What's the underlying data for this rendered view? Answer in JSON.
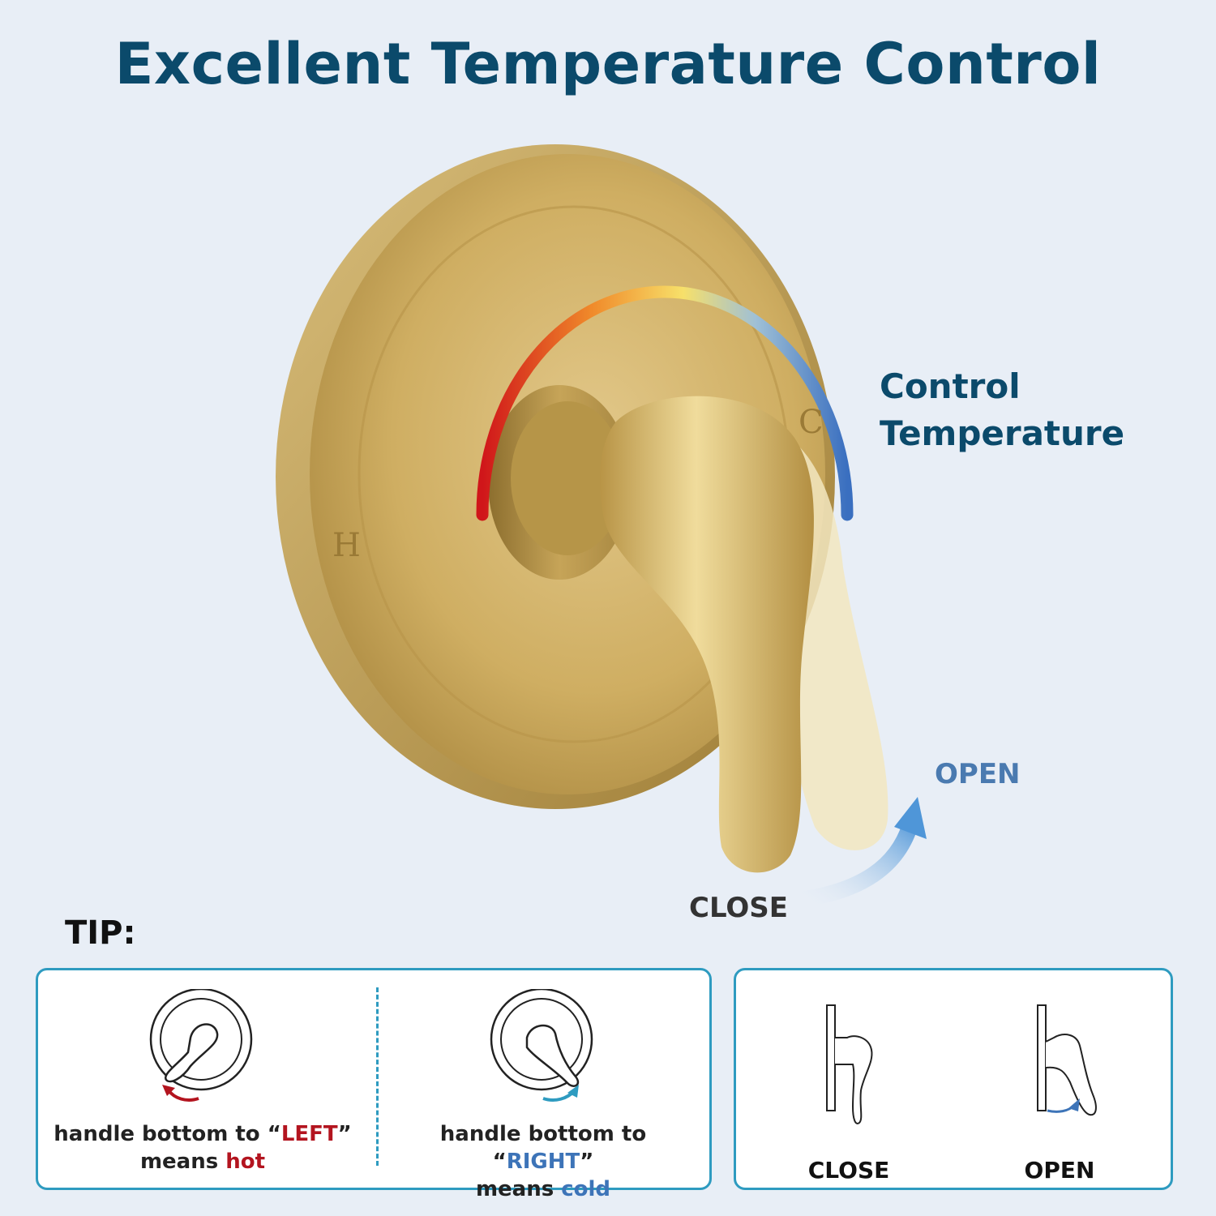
{
  "header": {
    "title": "Excellent Temperature Control"
  },
  "hero": {
    "control_label_line1": "Control",
    "control_label_line2": "Temperature",
    "hot_marker": "H",
    "cold_marker": "C",
    "open_label": "OPEN",
    "close_label": "CLOSE"
  },
  "tip": {
    "heading": "TIP:",
    "left_item": {
      "prefix": "handle bottom to “",
      "direction": "LEFT",
      "suffix": "”",
      "means": "means ",
      "result": "hot"
    },
    "right_item": {
      "prefix": "handle bottom to “",
      "direction": "RIGHT",
      "suffix": "”",
      "means": "means ",
      "result": "cold"
    },
    "close_label": "CLOSE",
    "open_label": "OPEN"
  },
  "colors": {
    "title": "#0b4a6b",
    "gold": "#cfae5e",
    "hot": "#b3141f",
    "cold": "#3d74b8",
    "card_border": "#2e9bc0"
  },
  "icons": [
    "valve-trim-icon",
    "temperature-arc-icon",
    "rotate-arrow-icon",
    "handle-diagram-icon"
  ]
}
